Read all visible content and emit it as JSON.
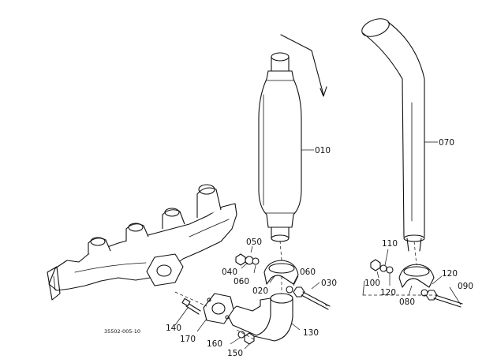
{
  "diagram": {
    "reference_code": "35502-005-10",
    "callouts": {
      "p010": "010",
      "p020": "020",
      "p030": "030",
      "p040": "040",
      "p050": "050",
      "p060a": "060",
      "p060b": "060",
      "p070": "070",
      "p080": "080",
      "p090": "090",
      "p100": "100",
      "p110": "110",
      "p120a": "120",
      "p120b": "120",
      "p130": "130",
      "p140": "140",
      "p150": "150",
      "p160": "160",
      "p170": "170"
    }
  }
}
